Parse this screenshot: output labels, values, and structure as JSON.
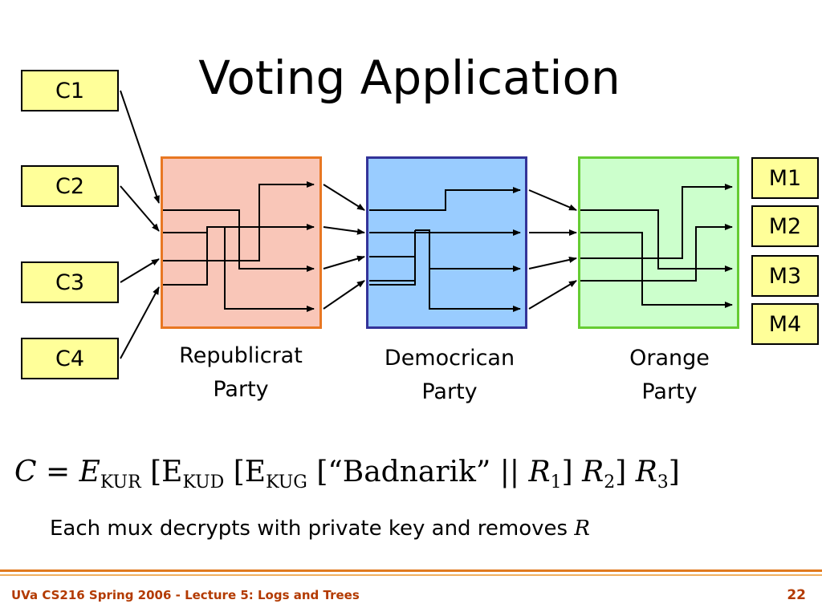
{
  "slide": {
    "title": "Voting Application",
    "voters": [
      "C1",
      "C2",
      "C3",
      "C4"
    ],
    "outputs": [
      "M1",
      "M2",
      "M3",
      "M4"
    ],
    "mixes": [
      {
        "label_line1": "Republicrat",
        "label_line2": "Party",
        "color": "#f9c6b8",
        "border": "#e87722"
      },
      {
        "label_line1": "Democrican",
        "label_line2": "Party",
        "color": "#99ccff",
        "border": "#333399"
      },
      {
        "label_line1": "Orange",
        "label_line2": "Party",
        "color": "#ccffcc",
        "border": "#66cc33"
      }
    ],
    "formula": {
      "C": "C",
      "eq": "=",
      "E": "E",
      "kur": "KUR",
      "open_e": "[E",
      "kud": "KUD",
      "kug": "KUG",
      "quote": "[“Badnarik” ||",
      "r": "R",
      "one": "1",
      "two": "2",
      "three": "3",
      "close": "]"
    },
    "caption_text": "Each mux decrypts with private key and removes",
    "caption_var": "R",
    "footer": "UVa CS216 Spring 2006 - Lecture 5: Logs and Trees",
    "page_number": "22"
  }
}
